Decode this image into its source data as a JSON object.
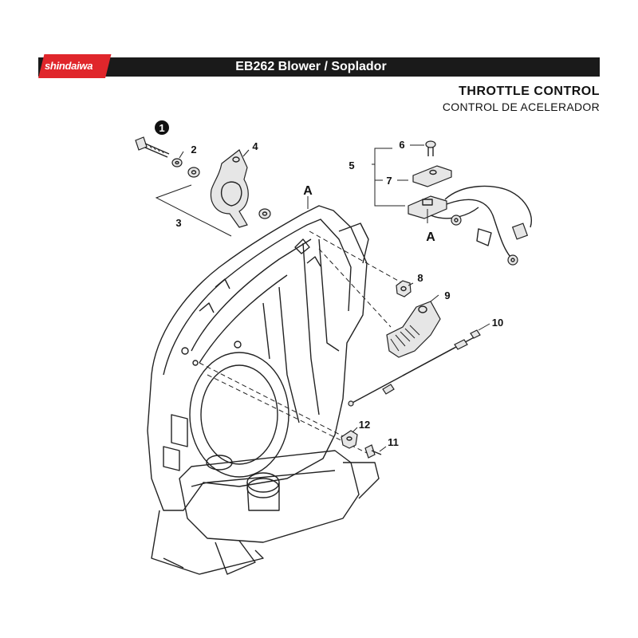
{
  "header": {
    "brand": "shindaiwa",
    "model_title": "EB262 Blower / Soplador",
    "brand_color": "#e0262b",
    "bar_color": "#1a1a1a"
  },
  "section": {
    "title": "THROTTLE CONTROL",
    "subtitle": "CONTROL DE ACELERADOR"
  },
  "callouts": {
    "c1": "1",
    "c2": "2",
    "c3": "3",
    "c4": "4",
    "c5": "5",
    "c6": "6",
    "c7": "7",
    "c8": "8",
    "c9": "9",
    "c10": "10",
    "c11": "11",
    "c12": "12",
    "ref_a_housing": "A",
    "ref_a_switch": "A"
  }
}
